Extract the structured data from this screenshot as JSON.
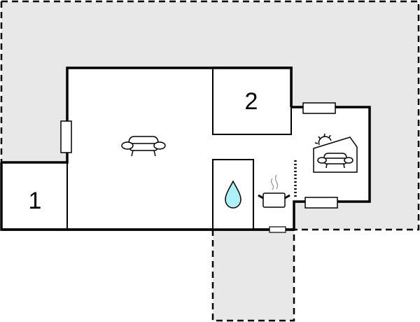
{
  "floorplan": {
    "colors": {
      "outdoor_area": "#e8e8e8",
      "wall": "#000000",
      "room_fill": "#ffffff",
      "water": "#aef0f7",
      "steam": "#999999"
    },
    "rooms": [
      {
        "id": "bedroom-1",
        "label": "1"
      },
      {
        "id": "bedroom-2",
        "label": "2"
      }
    ],
    "icons": [
      {
        "name": "sofa-icon",
        "room": "living-room"
      },
      {
        "name": "water-drop-icon",
        "room": "bathroom"
      },
      {
        "name": "cooking-pot-icon",
        "room": "kitchen"
      },
      {
        "name": "sunroom-sofa-icon",
        "room": "conservatory"
      }
    ],
    "areas": [
      {
        "name": "terrace-area",
        "style": "dashed"
      },
      {
        "name": "patio-area",
        "style": "dashed"
      }
    ]
  }
}
